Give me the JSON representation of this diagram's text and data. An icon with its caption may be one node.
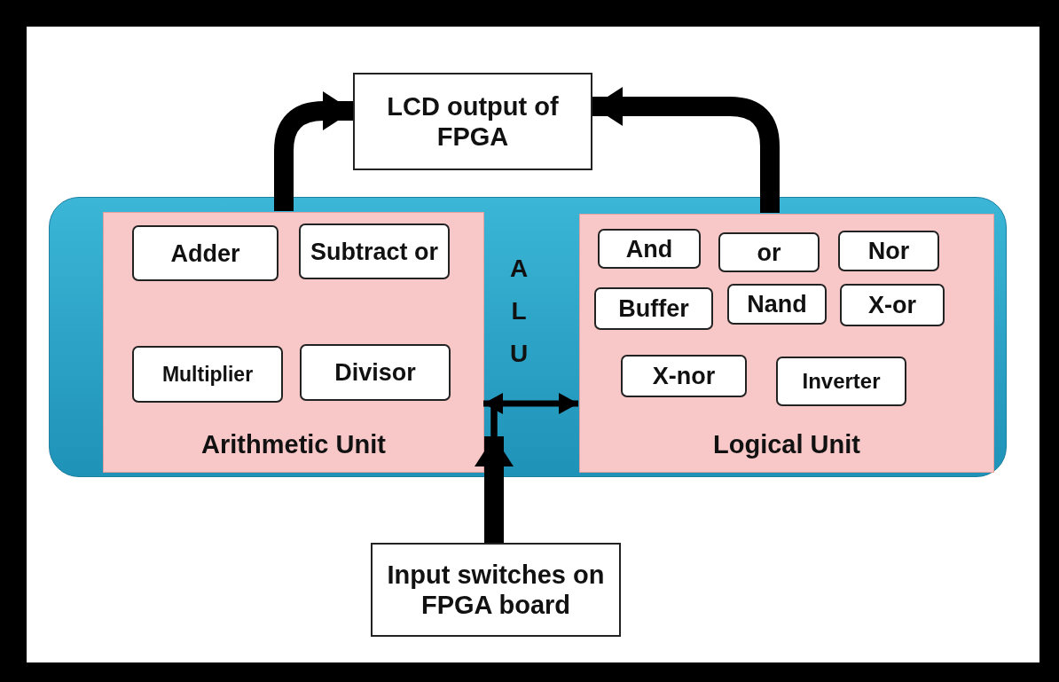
{
  "diagram": {
    "nodes": [
      {
        "text": [
          "LCD output of FPGA"
        ]
      },
      {
        "text": [
          "A L U"
        ]
      },
      {
        "text": [
          "Arithmetic Unit"
        ],
        "in": 1
      },
      {
        "text": [
          "Adder"
        ],
        "in": 2
      },
      {
        "text": [
          "Subtract or"
        ],
        "in": 2
      },
      {
        "text": [
          "Multiplier"
        ],
        "in": 2
      },
      {
        "text": [
          "Divisor"
        ],
        "in": 2
      },
      {
        "text": [
          "Logical Unit"
        ],
        "in": 1
      },
      {
        "text": [
          "And"
        ],
        "in": 7
      },
      {
        "text": [
          "or"
        ],
        "in": 7
      },
      {
        "text": [
          "Nor"
        ],
        "in": 7
      },
      {
        "text": [
          "Buffer"
        ],
        "in": 7
      },
      {
        "text": [
          "Nand"
        ],
        "in": 7
      },
      {
        "text": [
          "X-or"
        ],
        "in": 7
      },
      {
        "text": [
          "X-nor"
        ],
        "in": 7
      },
      {
        "text": [
          "Inverter"
        ],
        "in": 7
      },
      {
        "text": [
          "Input switches on FPGA board"
        ]
      }
    ],
    "edges": [
      {
        "from": 2,
        "to": 0,
        "arrow": "to",
        "style": "thick"
      },
      {
        "from": 7,
        "to": 0,
        "arrow": "to",
        "style": "thick"
      },
      {
        "from": 16,
        "to": 2,
        "arrow": "to"
      },
      {
        "from": 16,
        "to": 7,
        "arrow": "to"
      }
    ]
  }
}
